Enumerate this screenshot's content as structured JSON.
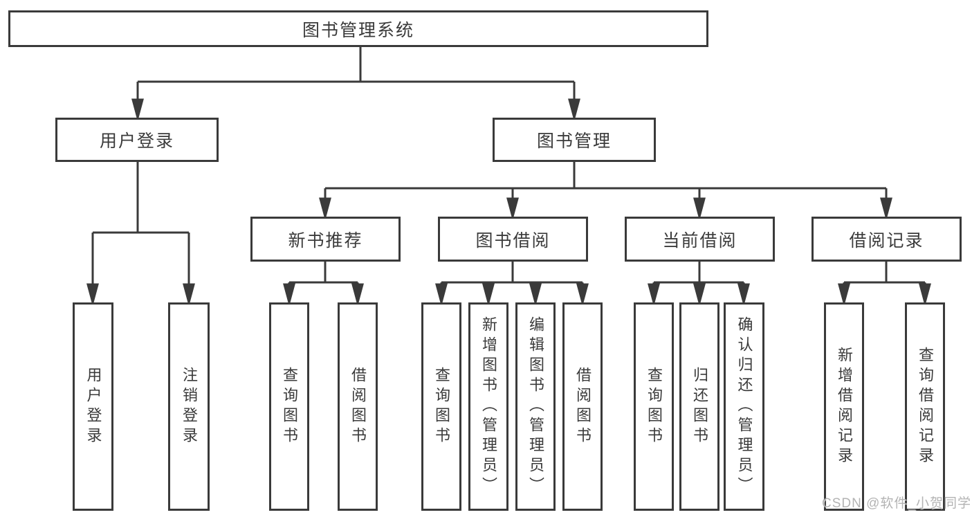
{
  "colors": {
    "line": "#3a3a3a",
    "text": "#3a3a3a",
    "box_background": "#ffffff",
    "page_background": "#ffffff",
    "watermark": "#9e9e9e"
  },
  "watermark": {
    "text": "CSDN @软件_小贺同学"
  },
  "tree": {
    "root": {
      "label": "图书管理系统"
    },
    "branches": [
      {
        "label": "用户登录",
        "children": [
          {
            "label": "用户登录"
          },
          {
            "label": "注销登录"
          }
        ]
      },
      {
        "label": "图书管理",
        "children": [
          {
            "label": "新书推荐",
            "children": [
              {
                "label": "查询图书"
              },
              {
                "label": "借阅图书"
              }
            ]
          },
          {
            "label": "图书借阅",
            "children": [
              {
                "label": "查询图书"
              },
              {
                "label": "新增图书（管理员）"
              },
              {
                "label": "编辑图书（管理员）"
              },
              {
                "label": "借阅图书"
              }
            ]
          },
          {
            "label": "当前借阅",
            "children": [
              {
                "label": "查询图书"
              },
              {
                "label": "归还图书"
              },
              {
                "label": "确认归还（管理员）"
              }
            ]
          },
          {
            "label": "借阅记录",
            "children": [
              {
                "label": "新增借阅记录"
              },
              {
                "label": "查询借阅记录"
              }
            ]
          }
        ]
      }
    ]
  }
}
